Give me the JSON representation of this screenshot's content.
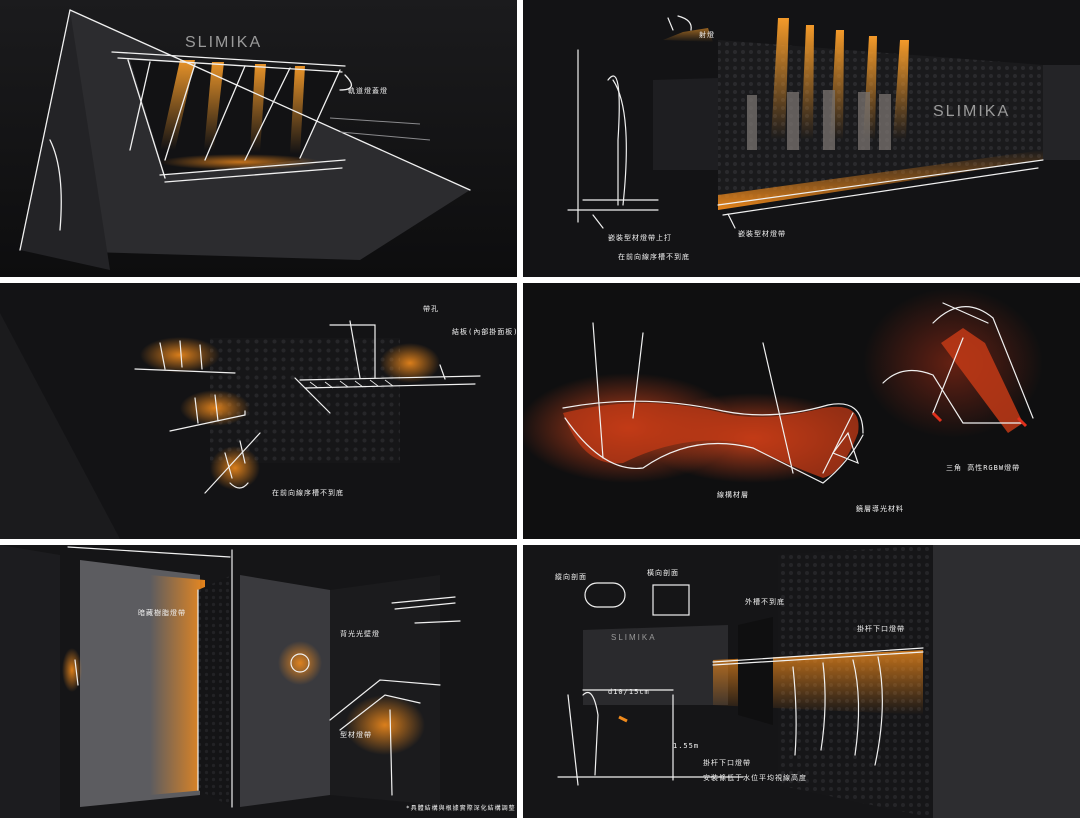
{
  "brand": "SLIMIKA",
  "brand_small": "SLIMIKA",
  "panel1": {
    "label_lightbox": "軌道燈蓋燈"
  },
  "panel2": {
    "label_spot": "射燈",
    "label_lamp": "嵌裝型材燈帶上打",
    "label_hide": "在前向線序槽不到底",
    "label_strip": "嵌裝型材燈帶"
  },
  "panel3": {
    "label_pipe": "帶孔",
    "label_shelf": "結板(內部掛面板)",
    "label_bottom": "在前向線序槽不到底"
  },
  "panel4": {
    "label_rgbw": "三角 高性RGBW燈帶",
    "label_frame": "線構材層",
    "label_acrylic": "鏡層導光材料"
  },
  "panel5": {
    "label_hidden": "暗藏樹脂燈帶",
    "label_wall": "背光光壁燈",
    "label_profile": "型材燈帶",
    "footnote": "*具體結構與根據實際深化結構調整"
  },
  "panel6": {
    "label_section_v": "縱向剖面",
    "label_section_h": "橫向剖面",
    "label_slot": "外槽不到底",
    "label_rail": "掛杆下口燈帶",
    "dim_top": "d10/15cm",
    "dim_side": "1.55m",
    "label_rail2": "掛杆下口燈帶",
    "label_install": "安裝條低于水位平均視線高度"
  },
  "colors": {
    "glow": "#f08a1c",
    "red_glow": "#c83a14",
    "line": "#f0f0f0",
    "panel_bg": "#141416"
  }
}
